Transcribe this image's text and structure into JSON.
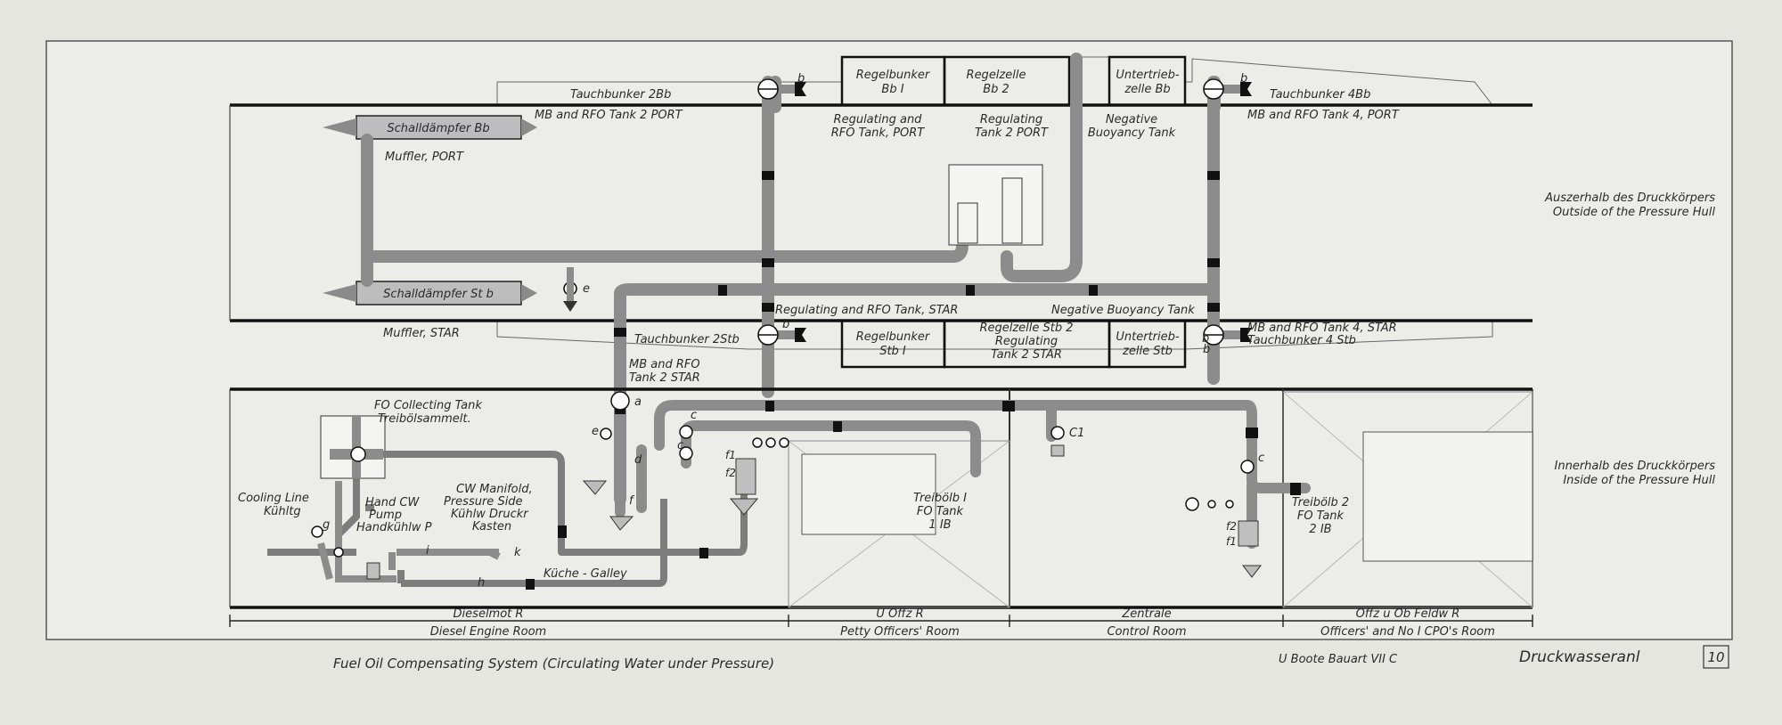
{
  "title": "Fuel Oil Compensating System (Circulating Water under Pressure)",
  "boat_class": "U Boote Bauart VII C",
  "system_name": "Druckwasseranl",
  "page_number": "10",
  "side_notes": {
    "outside": [
      "Auszerhalb des Druckkörpers",
      "Outside of the Pressure Hull"
    ],
    "inside": [
      "Innerhalb des Druckkörpers",
      "Inside of the Pressure Hull"
    ]
  },
  "tanks_top": {
    "tauchbunker_2bb": "Tauchbunker 2Bb",
    "regelbunker_bb1": [
      "Regelbunker",
      "Bb I"
    ],
    "regelzelle_bb2": [
      "Regelzelle",
      "Bb 2"
    ],
    "untertrieb_bb": [
      "Untertrieb-",
      "zelle Bb"
    ],
    "tauchbunker_4bb": "Tauchbunker 4Bb",
    "mb_rfo_2_port": "MB and RFO Tank 2 PORT",
    "regulating_rfo_port": [
      "Regulating and",
      "RFO Tank, PORT"
    ],
    "regulating_2_port": [
      "Regulating",
      "Tank 2 PORT"
    ],
    "negative_buoyancy": [
      "Negative",
      "Buoyancy Tank"
    ],
    "mb_rfo_4_port": "MB and RFO Tank 4, PORT"
  },
  "mufflers": {
    "bb": "Schalldämpfer Bb",
    "port": "Muffler, PORT",
    "stb": "Schalldämpfer St b",
    "star": "Muffler, STAR"
  },
  "tanks_star": {
    "regulating_rfo_star": "Regulating and RFO Tank, STAR",
    "negative_buoyancy_tank": "Negative Buoyancy Tank",
    "tauchbunker_2stb": "Tauchbunker 2Stb",
    "regelbunker_stb1": [
      "Regelbunker",
      "Stb I"
    ],
    "regelzelle_stb2": [
      "Regelzelle Stb 2",
      "Regulating",
      "Tank 2 STAR"
    ],
    "untertrieb_stb": [
      "Untertrieb-",
      "zelle Stb"
    ],
    "mb_rfo_4_star": [
      "MB and RFO Tank 4, STAR",
      "Tauchbunker 4 Stb"
    ],
    "mb_rfo_2_star": [
      "MB and RFO",
      "Tank 2 STAR"
    ]
  },
  "inner": {
    "fo_collecting": [
      "FO Collecting Tank",
      "Treibölsammelt."
    ],
    "cw_manifold": [
      "CW Manifold,",
      "Pressure Side",
      "Kühlw Druckr",
      "Kasten"
    ],
    "hand_pump": [
      "Hand CW",
      "Pump",
      "Handkühlw P"
    ],
    "cooling_line": [
      "Cooling Line",
      "Kühltg"
    ],
    "kuche": "Küche - Galley",
    "treibol_1": [
      "Treibölb I",
      "FO Tank",
      "1 IB"
    ],
    "treibol_2": [
      "Treibölb 2",
      "FO Tank",
      "2 IB"
    ]
  },
  "valve_letters": {
    "b": "b",
    "a": "a",
    "c": "c",
    "c1": "C1",
    "d": "d",
    "e": "e",
    "f": "f",
    "f1": "f1",
    "f2": "f2",
    "g": "g",
    "h": "h",
    "i": "i",
    "k": "k"
  },
  "rooms": [
    [
      "Dieselmot R",
      "Diesel Engine Room"
    ],
    [
      "U Offz R",
      "Petty Officers' Room"
    ],
    [
      "Zentrale",
      "Control Room"
    ],
    [
      "Offz u Ob Feldw R",
      "Officers' and No I CPO's Room"
    ]
  ]
}
